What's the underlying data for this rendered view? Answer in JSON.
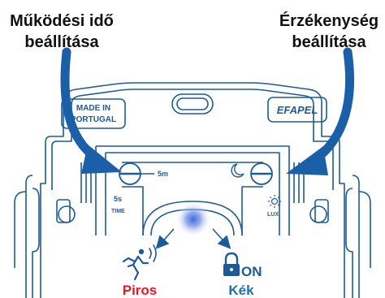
{
  "callouts": {
    "left_line1": "Működési idő",
    "left_line2": "beállítása",
    "right_line1": "Érzékenység",
    "right_line2": "beállítása"
  },
  "plate": {
    "made_in_line1": "MADE IN",
    "made_in_line2": "PORTUGAL",
    "brand": "EFAPEL"
  },
  "time_knob": {
    "max_label": "5m",
    "min_label": "5s",
    "name_label": "TIME"
  },
  "lux_knob": {
    "name_label": "LUX"
  },
  "modes": {
    "motion": {
      "icon": "motion-sensor-icon",
      "label": "Piros",
      "color": "#e01b24"
    },
    "locked_on": {
      "icon": "padlock-icon",
      "label_on": "ON",
      "label": "Kék",
      "color": "#1f6fb2"
    }
  },
  "colors": {
    "outline": "#1c5a9a",
    "arrow": "#1f5fa6",
    "led_glow": "#3d6bdc"
  }
}
